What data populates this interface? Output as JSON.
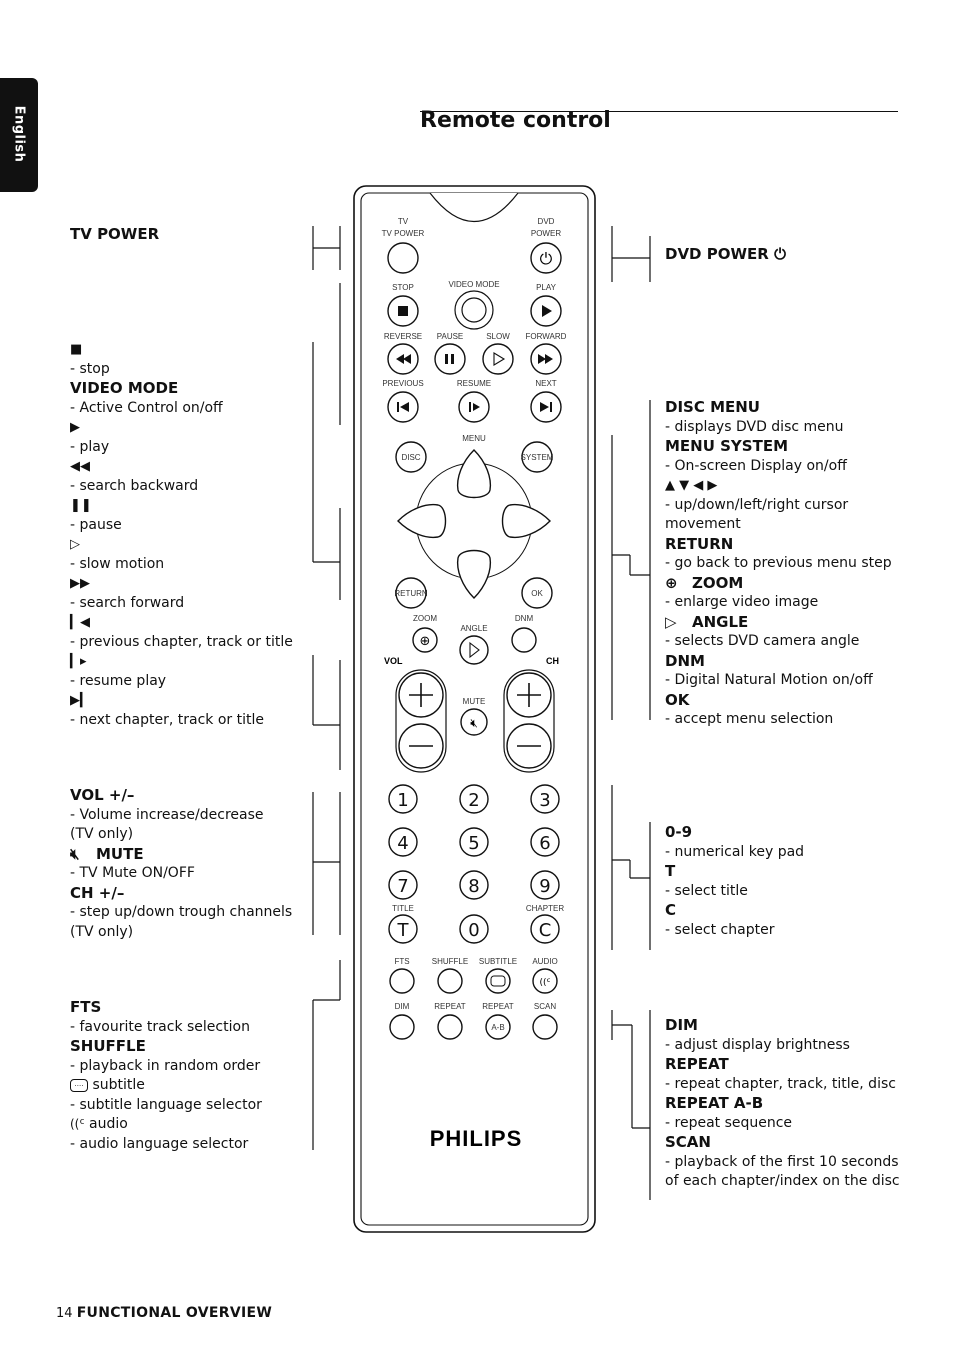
{
  "side_tab": "English",
  "title": "Remote control",
  "left": {
    "tv_power": "TV POWER",
    "stop_sym": "■",
    "stop": "- stop",
    "video_mode": "VIDEO MODE",
    "video_mode_desc": "- Active Control on/off",
    "play_sym": "▶",
    "play": "- play",
    "rev_sym": "◀◀",
    "rev": "- search backward",
    "pause_sym": "❚❚",
    "pause": "- pause",
    "slow_sym": "▷",
    "slow": "- slow motion",
    "fwd_sym": "▶▶",
    "fwd": "- search forward",
    "prev_sym": "▎◀",
    "prev": "- previous chapter, track or title",
    "resume_sym": "▎▸",
    "resume": "- resume play",
    "next_sym": "▶▎",
    "next": "- next chapter, track or title",
    "vol": "VOL +/–",
    "vol_desc1": "- Volume increase/decrease",
    "vol_desc2": "(TV only)",
    "mute": "MUTE",
    "mute_desc": "- TV Mute ON/OFF",
    "ch": "CH +/–",
    "ch_desc1": "- step up/down trough channels",
    "ch_desc2": "(TV only)",
    "fts": "FTS",
    "fts_desc": "- favourite track selection",
    "shuffle": "SHUFFLE",
    "shuffle_desc": "- playback in random order",
    "subtitle": "subtitle",
    "subtitle_desc": "- subtitle language selector",
    "audio": "audio",
    "audio_desc": "- audio language selector"
  },
  "right": {
    "dvd_power": "DVD POWER",
    "disc_menu": "DISC MENU",
    "disc_menu_desc": "- displays DVD disc menu",
    "menu_system": "MENU SYSTEM",
    "menu_system_desc": "- On-screen Display on/off",
    "cursor_syms": "▲ ▼ ◀ ▶",
    "cursor_desc1": "- up/down/left/right cursor",
    "cursor_desc2": "movement",
    "return": "RETURN",
    "return_desc": "- go back to previous menu step",
    "zoom": "ZOOM",
    "zoom_desc": "- enlarge video image",
    "angle": "ANGLE",
    "angle_desc": "- selects DVD camera angle",
    "dnm": "DNM",
    "dnm_desc": "- Digital Natural Motion on/off",
    "ok": "OK",
    "ok_desc": "- accept menu selection",
    "digits": "0-9",
    "digits_desc": "- numerical key pad",
    "t": "T",
    "t_desc": "- select title",
    "c": "C",
    "c_desc": "- select chapter",
    "dim": "DIM",
    "dim_desc": "- adjust display brightness",
    "repeat": "REPEAT",
    "repeat_desc": "- repeat chapter, track, title, disc",
    "repeat_ab": "REPEAT A-B",
    "repeat_ab_desc": "- repeat sequence",
    "scan": "SCAN",
    "scan_desc1": "- playback of the first 10 seconds",
    "scan_desc2": "of each chapter/index on the disc"
  },
  "remote": {
    "tv_power": "TV POWER",
    "dvd_power": "DVD POWER",
    "stop": "STOP",
    "video_mode": "VIDEO MODE",
    "play": "PLAY",
    "reverse": "REVERSE",
    "pause": "PAUSE",
    "slow": "SLOW",
    "forward": "FORWARD",
    "previous": "PREVIOUS",
    "resume": "RESUME",
    "next": "NEXT",
    "menu": "MENU",
    "disc": "DISC",
    "system": "SYSTEM",
    "return": "RETURN",
    "ok": "OK",
    "zoom": "ZOOM",
    "angle": "ANGLE",
    "dnm": "DNM",
    "vol": "VOL",
    "ch": "CH",
    "mute": "MUTE",
    "title": "TITLE",
    "chapter": "CHAPTER",
    "t": "T",
    "c": "C",
    "fts": "FTS",
    "shuffle": "SHUFFLE",
    "subtitle": "SUBTITLE",
    "audio": "AUDIO",
    "dim": "DIM",
    "repeat": "REPEAT",
    "repeat_ab": "REPEAT",
    "ab": "A-B",
    "scan": "SCAN",
    "brand": "PHILIPS"
  },
  "footer": {
    "page": "14",
    "section": "FUNCTIONAL OVERVIEW"
  }
}
